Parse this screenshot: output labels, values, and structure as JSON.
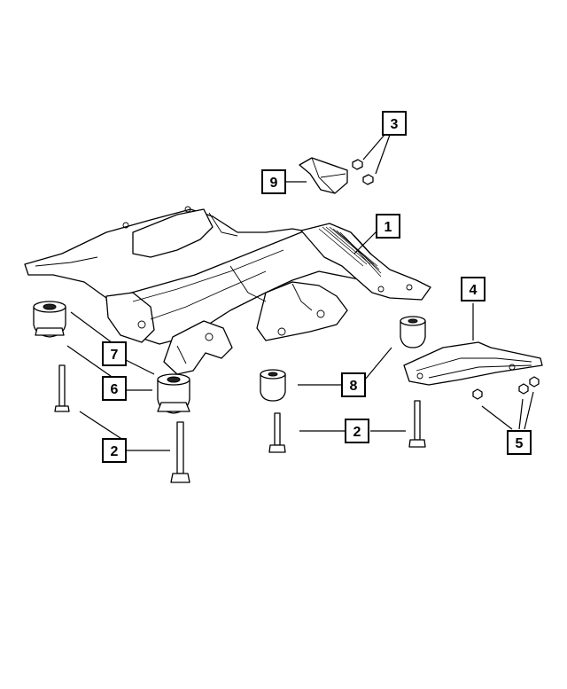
{
  "callouts": [
    {
      "id": "c1",
      "label": "1"
    },
    {
      "id": "c2a",
      "label": "2"
    },
    {
      "id": "c2b",
      "label": "2"
    },
    {
      "id": "c3",
      "label": "3"
    },
    {
      "id": "c4",
      "label": "4"
    },
    {
      "id": "c5",
      "label": "5"
    },
    {
      "id": "c6",
      "label": "6"
    },
    {
      "id": "c7",
      "label": "7"
    },
    {
      "id": "c8",
      "label": "8"
    },
    {
      "id": "c9",
      "label": "9"
    }
  ],
  "colors": {
    "line": "#000000",
    "background": "#ffffff"
  }
}
